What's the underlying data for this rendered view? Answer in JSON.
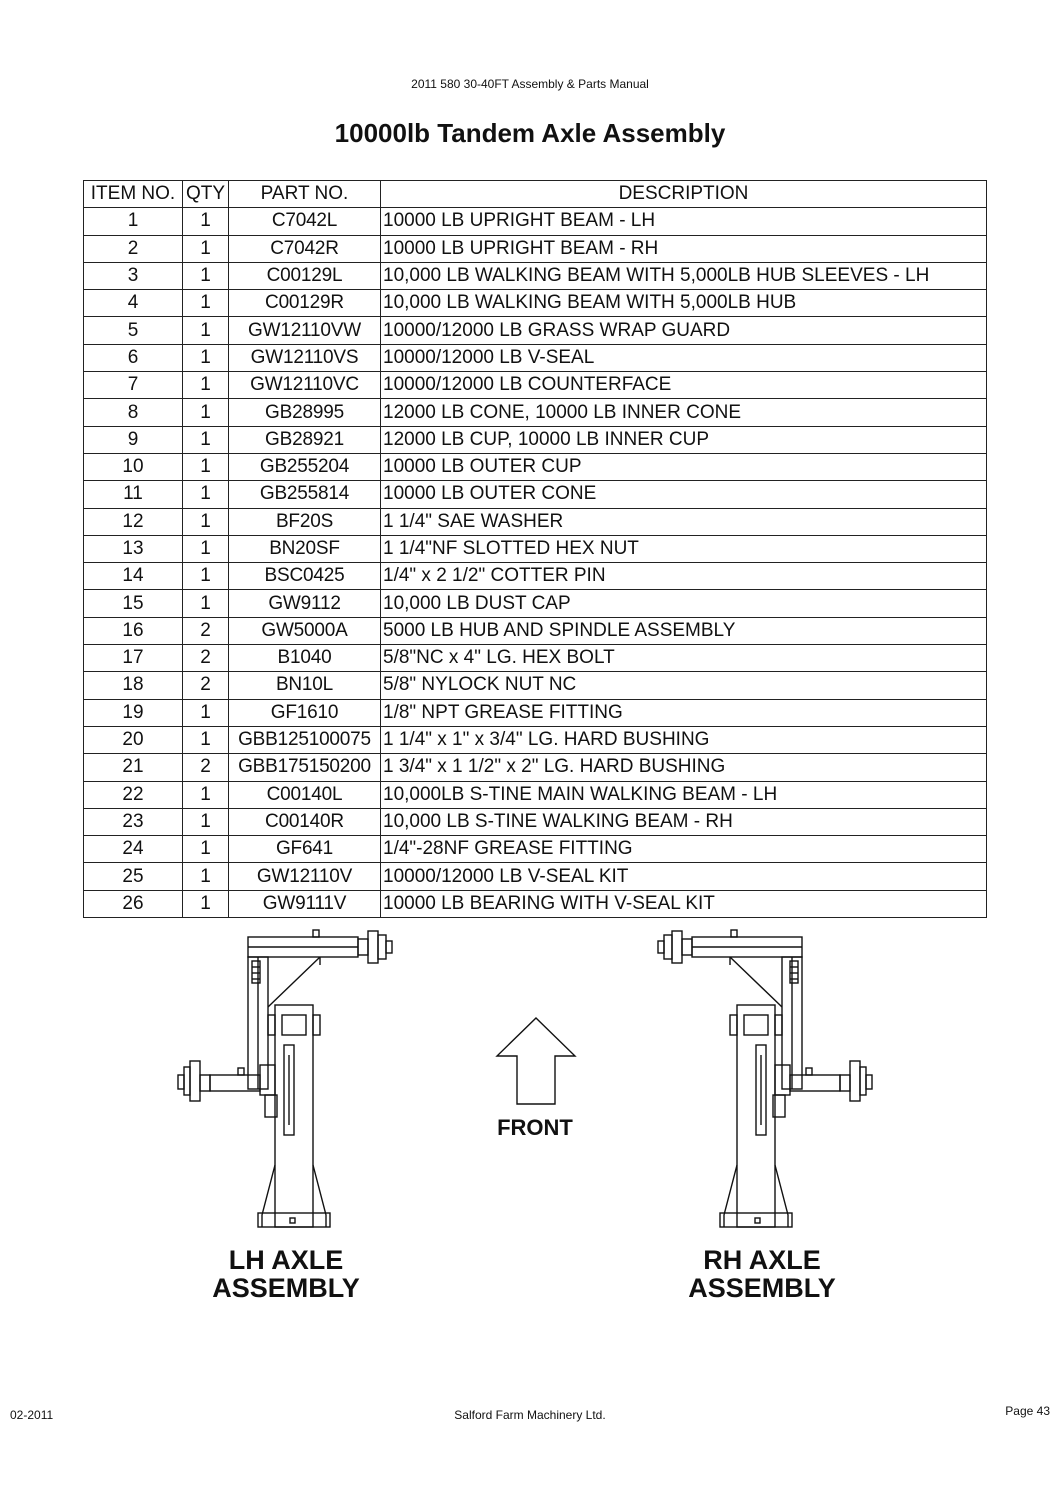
{
  "header": {
    "manual_title": "2011 580 30-40FT Assembly & Parts Manual",
    "page_title": "10000lb Tandem Axle Assembly"
  },
  "table": {
    "columns": [
      "ITEM NO.",
      "QTY",
      "PART NO.",
      "DESCRIPTION"
    ],
    "rows": [
      [
        "1",
        "1",
        "C7042L",
        "10000 LB UPRIGHT BEAM - LH"
      ],
      [
        "2",
        "1",
        "C7042R",
        "10000 LB UPRIGHT BEAM - RH"
      ],
      [
        "3",
        "1",
        "C00129L",
        "10,000 LB WALKING BEAM WITH 5,000LB HUB SLEEVES - LH"
      ],
      [
        "4",
        "1",
        "C00129R",
        "10,000 LB WALKING BEAM WITH 5,000LB HUB"
      ],
      [
        "5",
        "1",
        "GW12110VW",
        "10000/12000 LB GRASS WRAP GUARD"
      ],
      [
        "6",
        "1",
        "GW12110VS",
        "10000/12000 LB V-SEAL"
      ],
      [
        "7",
        "1",
        "GW12110VC",
        "10000/12000 LB COUNTERFACE"
      ],
      [
        "8",
        "1",
        "GB28995",
        "12000 LB CONE, 10000 LB INNER CONE"
      ],
      [
        "9",
        "1",
        "GB28921",
        "12000 LB CUP, 10000 LB INNER CUP"
      ],
      [
        "10",
        "1",
        "GB255204",
        "10000 LB OUTER CUP"
      ],
      [
        "11",
        "1",
        "GB255814",
        "10000 LB OUTER CONE"
      ],
      [
        "12",
        "1",
        "BF20S",
        "1 1/4\" SAE WASHER"
      ],
      [
        "13",
        "1",
        "BN20SF",
        "1 1/4\"NF SLOTTED HEX NUT"
      ],
      [
        "14",
        "1",
        "BSC0425",
        "1/4\" x 2 1/2\" COTTER PIN"
      ],
      [
        "15",
        "1",
        "GW9112",
        "10,000 LB DUST CAP"
      ],
      [
        "16",
        "2",
        "GW5000A",
        "5000 LB HUB AND SPINDLE ASSEMBLY"
      ],
      [
        "17",
        "2",
        "B1040",
        "5/8\"NC x 4\" LG. HEX BOLT"
      ],
      [
        "18",
        "2",
        "BN10L",
        "5/8\" NYLOCK NUT NC"
      ],
      [
        "19",
        "1",
        "GF1610",
        "1/8\" NPT GREASE FITTING"
      ],
      [
        "20",
        "1",
        "GBB125100075",
        "1 1/4\" x 1\" x 3/4\" LG. HARD BUSHING"
      ],
      [
        "21",
        "2",
        "GBB175150200",
        "1 3/4\" x 1 1/2\" x 2\" LG. HARD BUSHING"
      ],
      [
        "22",
        "1",
        "C00140L",
        "10,000LB S-TINE MAIN WALKING BEAM - LH"
      ],
      [
        "23",
        "1",
        "C00140R",
        "10,000 LB S-TINE WALKING BEAM - RH"
      ],
      [
        "24",
        "1",
        "GF641",
        "1/4\"-28NF GREASE FITTING"
      ],
      [
        "25",
        "1",
        "GW12110V",
        "10000/12000 LB V-SEAL KIT"
      ],
      [
        "26",
        "1",
        "GW9111V",
        "10000 LB BEARING WITH V-SEAL KIT"
      ]
    ]
  },
  "diagram": {
    "lh_label_line1": "LH AXLE",
    "lh_label_line2": "ASSEMBLY",
    "rh_label_line1": "RH AXLE",
    "rh_label_line2": "ASSEMBLY",
    "front_label": "FRONT"
  },
  "footer": {
    "date": "02-2011",
    "company": "Salford Farm Machinery Ltd.",
    "page": "Page 43"
  }
}
